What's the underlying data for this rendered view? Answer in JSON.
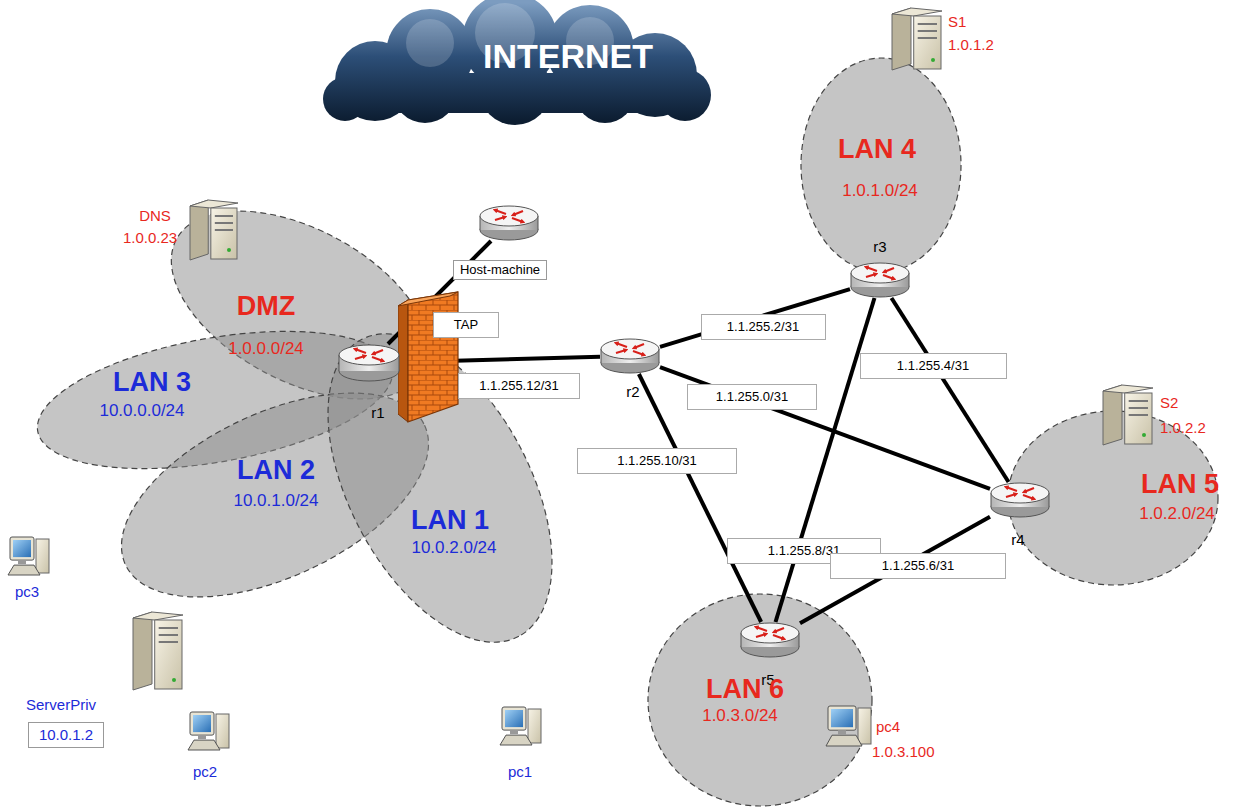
{
  "diagram": {
    "nodes": [
      {
        "text": [
          "INTERNET"
        ]
      },
      {
        "text": [
          "Host-machine"
        ]
      },
      {
        "text": [
          "DNS",
          "1.0.0.23"
        ]
      },
      {
        "text": [
          "DMZ",
          "1.0.0.0/24"
        ]
      },
      {
        "text": [
          "LAN 4",
          "1.0.1.0/24"
        ]
      },
      {
        "text": [
          "S1",
          "1.0.1.2"
        ]
      },
      {
        "text": [
          "r3"
        ]
      },
      {
        "text": [
          "r2"
        ]
      },
      {
        "text": [
          "r1"
        ]
      },
      {
        "text": [
          "LAN 3",
          "10.0.0.0/24"
        ]
      },
      {
        "text": [
          "LAN 5",
          "1.0.2.0/24"
        ]
      },
      {
        "text": [
          "S2",
          "1.0.2.2"
        ]
      },
      {
        "text": [
          "r4"
        ]
      },
      {
        "text": [
          "LAN 2",
          "10.0.1.0/24"
        ]
      },
      {
        "text": [
          "LAN 1",
          "10.0.2.0/24"
        ]
      },
      {
        "text": [
          "r5"
        ]
      },
      {
        "text": [
          "LAN 6",
          "1.0.3.0/24"
        ]
      },
      {
        "text": [
          "pc3"
        ]
      },
      {
        "text": [
          "ServerPriv",
          "10.0.1.2"
        ]
      },
      {
        "text": [
          "pc2"
        ]
      },
      {
        "text": [
          "pc1"
        ]
      },
      {
        "text": [
          "pc4",
          "1.0.3.100"
        ]
      }
    ],
    "edges": [
      {
        "from": 8,
        "to": 1,
        "arrow": "none",
        "label": "TAP"
      },
      {
        "from": 8,
        "to": 7,
        "arrow": "none",
        "label": "1.1.255.12/31"
      },
      {
        "from": 7,
        "to": 6,
        "arrow": "none",
        "label": "1.1.255.2/31"
      },
      {
        "from": 7,
        "to": 12,
        "arrow": "none",
        "label": "1.1.255.0/31"
      },
      {
        "from": 7,
        "to": 15,
        "arrow": "none",
        "label": "1.1.255.10/31"
      },
      {
        "from": 6,
        "to": 15,
        "arrow": "none",
        "label": "1.1.255.8/31"
      },
      {
        "from": 6,
        "to": 12,
        "arrow": "none",
        "label": "1.1.255.4/31"
      },
      {
        "from": 12,
        "to": 15,
        "arrow": "none",
        "label": "1.1.255.6/31"
      }
    ]
  }
}
